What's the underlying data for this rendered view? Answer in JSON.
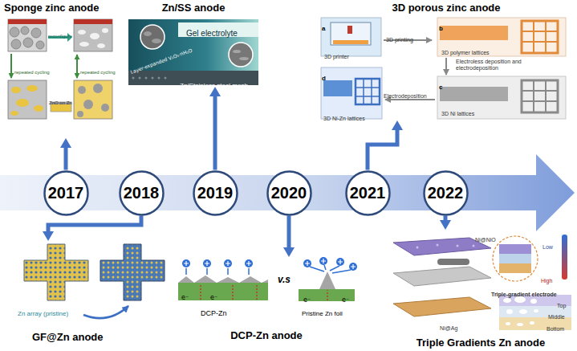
{
  "diagram": {
    "nodes": [
      {
        "text": [
          "Sponge zinc anode"
        ]
      },
      {
        "text": [
          "Zn/SS anode"
        ]
      },
      {
        "text": [
          "3D porous zinc anode"
        ]
      },
      {
        "text": [
          "2017"
        ]
      },
      {
        "text": [
          "2018"
        ]
      },
      {
        "text": [
          "2019"
        ]
      },
      {
        "text": [
          "2020"
        ]
      },
      {
        "text": [
          "2021"
        ]
      },
      {
        "text": [
          "2022"
        ]
      },
      {
        "text": [
          "GF@Zn anode"
        ]
      },
      {
        "text": [
          "DCP-Zn anode"
        ]
      },
      {
        "text": [
          "Triple Gradients Zn anode"
        ]
      }
    ],
    "edges": [
      {
        "from": 3,
        "to": 0,
        "arrow": "to"
      },
      {
        "from": 4,
        "to": 9,
        "arrow": "to"
      },
      {
        "from": 5,
        "to": 1,
        "arrow": "to"
      },
      {
        "from": 6,
        "to": 10,
        "arrow": "to"
      },
      {
        "from": 7,
        "to": 2,
        "arrow": "to"
      },
      {
        "from": 8,
        "to": 11,
        "arrow": "to"
      }
    ],
    "labels": [
      "reconfigure",
      "repeated cycling",
      "repeated cycling",
      "ZnO on Zn",
      "Gel electrolyte",
      "Layer-expanded V₂O₅·nH₂O",
      "Zn/Stainless steel mesh",
      "a",
      "3D printer",
      "3D printing",
      "b",
      "3D polymer lattices",
      "Electroless deposition and electrodeposition",
      "c",
      "3D Ni lattices",
      "Electrodeposition",
      "d",
      "3D Ni-Zn lattices",
      "Zn array (pristine)",
      "e⁻",
      "e⁻",
      "DCP-Zn",
      "v.s",
      "e⁻",
      "e⁻",
      "Pristine Zn foil",
      "Ni@NiO",
      "Ni@Ag",
      "Low",
      "High",
      "Triple-gradient electrode",
      "Top",
      "Middle",
      "Bottom"
    ]
  }
}
